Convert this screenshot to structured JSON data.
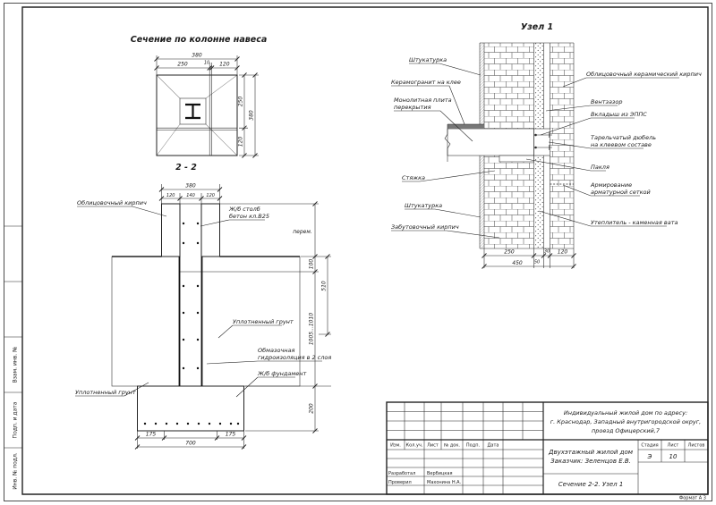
{
  "frame": {
    "format_label": "Формат А 3",
    "stamp_vzam": "Взам. инв. №",
    "stamp_podp": "Подп. и дата",
    "stamp_inv": "Инв. № подл."
  },
  "plan": {
    "title": "Сечение по колонне навеса",
    "view_label": "2 - 2",
    "dim_total": "380",
    "dim_a": "250",
    "dim_b": "10",
    "dim_c": "120",
    "dim_r1": "250",
    "dim_r2": "120",
    "dim_r_total": "380"
  },
  "foundation": {
    "dim_total": "380",
    "dim_a": "120",
    "dim_b": "140",
    "dim_c": "120",
    "lbl_facing": "Облицовочный кирпич",
    "lbl_column_1": "Ж/б столб",
    "lbl_column_2": "бетон кл.В25",
    "lbl_var": "перем.",
    "lbl_soil_r": "Уплотненный грунт",
    "lbl_soil_l": "Уплотненный грунт",
    "lbl_wp_1": "Обмазочная",
    "lbl_wp_2": "гидроизоляция в 2 слоя",
    "lbl_footing": "Ж/б фундамент",
    "dim_v1": "100",
    "dim_v2": "510",
    "dim_v3": "1005...1010",
    "dim_v4": "200",
    "dim_b1": "175",
    "dim_b2": "700",
    "dim_b3": "175"
  },
  "node": {
    "title": "Узел 1",
    "lbl_plaster_top": "Штукатурка",
    "lbl_tile": "Керамогранит на клее",
    "lbl_slab_1": "Монолитная плита",
    "lbl_slab_2": "перекрытия",
    "lbl_screed": "Стяжка",
    "lbl_plaster_bot": "Штукатурка",
    "lbl_backing": "Забутовочный кирпич",
    "lbl_facing": "Облицовочный керамический кирпич",
    "lbl_vent": "Вентзазор",
    "lbl_xps": "Вкладыш из ЭППС",
    "lbl_dowel_1": "Тарельчатый дюбель",
    "lbl_dowel_2": "на клеевом составе",
    "lbl_oakum": "Пакля",
    "lbl_mesh_1": "Армирование",
    "lbl_mesh_2": "арматурной сеткой",
    "lbl_insul": "Утеплитель - каменная вата",
    "dim_1": "250",
    "dim_2": "50",
    "dim_3": "30",
    "dim_4": "120",
    "dim_total": "450"
  },
  "titleblock": {
    "address_1": "Индивидуальный жилой дом по адресу:",
    "address_2": "г. Краснодар, Западный внутригородской округ,",
    "address_3": "проезд Офицерский,7",
    "h_izm": "Изм.",
    "h_koluch": "Кол.уч.",
    "h_list": "Лист",
    "h_ndok": "№ док.",
    "h_podp": "Подп.",
    "h_data": "Дата",
    "doc_1": "Двухэтажный жилой дом",
    "doc_2": "Заказчик: Зеленцов Е.В.",
    "sheet_title": "Сечение 2-2. Узел 1",
    "h_stage": "Стадия",
    "h_sheet": "Лист",
    "h_sheets": "Листов",
    "v_stage": "Э",
    "v_sheet": "10",
    "r_dev": "Разработал",
    "r_dev_name": "Вербицкая",
    "r_chk": "Проверил",
    "r_chk_name": "Махонина Н.А."
  }
}
